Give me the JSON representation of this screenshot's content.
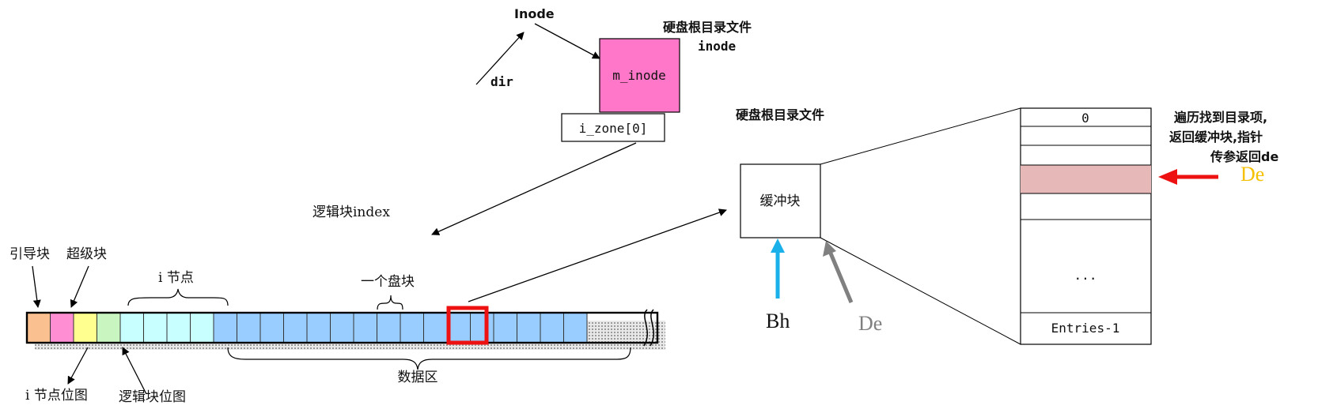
{
  "inode_block": {
    "inode_label": "Inode",
    "dir_label": "dir",
    "file_title": "硬盘根目录文件",
    "file_subtitle": "inode",
    "m_inode_label": "m_inode",
    "i_zone_label": "i_zone[0]",
    "logic_index_label": "逻辑块index",
    "m_inode_color": "#ff77c8"
  },
  "disk": {
    "boot_label": "引导块",
    "super_label": "超级块",
    "inode_nodes_label": "i 节点",
    "one_block_label": "一个盘块",
    "inode_bitmap_label": "i 节点位图",
    "logic_bitmap_label": "逻辑块位图",
    "data_area_label": "数据区",
    "colors": {
      "boot": "#fbc08f",
      "super": "#ff8fd2",
      "inode_bitmap": "#ffff8f",
      "logic_bitmap": "#c8f5c0",
      "inode": "#c8ffff",
      "data": "#99ccff",
      "highlight": "#ee1111"
    }
  },
  "buffer": {
    "title": "硬盘根目录文件",
    "block_label": "缓冲块",
    "bh_label": "Bh",
    "de_label": "De",
    "bh_arrow_color": "#1ab0ea",
    "de_arrow_color": "#808080"
  },
  "entries": {
    "first_label": "0",
    "ellipsis": "...",
    "last_label": "Entries-1",
    "highlight_color": "#e6b8b7"
  },
  "annotation": {
    "line1": "遍历找到目录项,",
    "line2": "返回缓冲块,指针",
    "line3": "传参返回de",
    "de_label": "De",
    "de_color": "#f5c000",
    "arrow_color": "#ee1111"
  }
}
